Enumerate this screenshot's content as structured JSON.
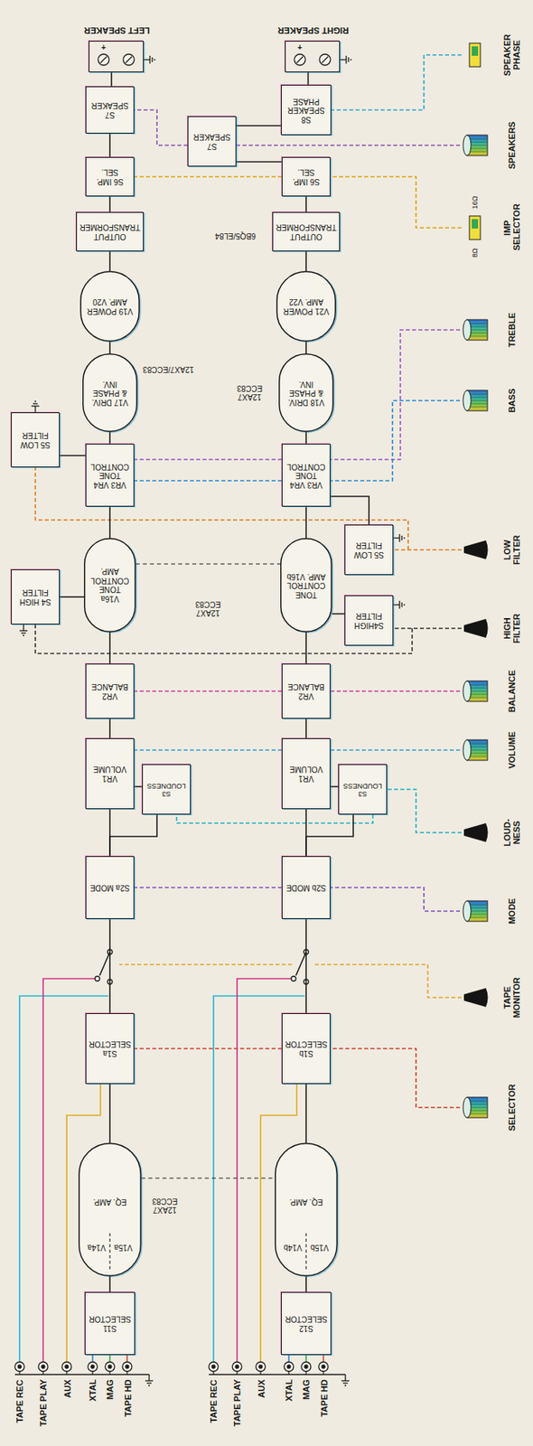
{
  "diagram": {
    "nodes": [
      {
        "text": [
          "LEFT SPEAKER"
        ]
      },
      {
        "text": [
          "S7 SPEAKER"
        ]
      },
      {
        "text": [
          "S6 IMP. SEL."
        ]
      },
      {
        "text": [
          "OUTPUT TRANSFORMER"
        ]
      },
      {
        "text": [
          "V19 POWER AMP. V20"
        ]
      },
      {
        "text": [
          "V17 DRIV. & PHASE INV."
        ]
      },
      {
        "text": [
          "S5 LOW FILTER"
        ]
      },
      {
        "text": [
          "VR3 VR4 TONE CONTROL"
        ]
      },
      {
        "text": [
          "S4 HIGH FILTER"
        ]
      },
      {
        "text": [
          "V16a TONE CONTROL AMP."
        ]
      },
      {
        "text": [
          "VR2 BALANCE"
        ]
      },
      {
        "text": [
          "S3 LOUDNESS"
        ]
      },
      {
        "text": [
          "VR1 VOLUME"
        ]
      },
      {
        "text": [
          "S2a MODE"
        ]
      },
      {
        "text": [
          "S1a SELECTOR"
        ]
      },
      {
        "text": [
          "V14a",
          "V15a",
          "EQ. AMP."
        ]
      },
      {
        "text": [
          "S11 SELECTOR"
        ]
      },
      {
        "text": [
          "RIGHT SPEAKER"
        ]
      },
      {
        "text": [
          "S8 SPEAKER PHASE"
        ]
      },
      {
        "text": [
          "S7 SPEAKER"
        ]
      },
      {
        "text": [
          "S6 IMP. SEL."
        ]
      },
      {
        "text": [
          "OUTPUT TRANSFORMER"
        ]
      },
      {
        "text": [
          "V21 POWER AMP. V22"
        ]
      },
      {
        "text": [
          "V18 DRIV. & PHASE INV."
        ]
      },
      {
        "text": [
          "VR3 VR4 TONE CONTROL"
        ]
      },
      {
        "text": [
          "S5 LOW FILTER"
        ]
      },
      {
        "text": [
          "TONE CONTROL AMP. V16b"
        ]
      },
      {
        "text": [
          "S4HIGH FILTER"
        ]
      },
      {
        "text": [
          "VR2 BALANCE"
        ]
      },
      {
        "text": [
          "S3 LOUDNESS"
        ]
      },
      {
        "text": [
          "VR1 VOLUME"
        ]
      },
      {
        "text": [
          "S2b MODE"
        ]
      },
      {
        "text": [
          "S1b SELECTOR"
        ]
      },
      {
        "text": [
          "V14b",
          "V15b",
          "EQ. AMP."
        ]
      },
      {
        "text": [
          "S12 SELECTOR"
        ]
      }
    ],
    "edges": [
      {
        "from": 16,
        "to": 15,
        "arrow": "none"
      },
      {
        "from": 15,
        "to": 14,
        "arrow": "none"
      },
      {
        "from": 14,
        "to": 13,
        "arrow": "none"
      },
      {
        "from": 13,
        "to": 12,
        "arrow": "none"
      },
      {
        "from": 13,
        "to": 11,
        "arrow": "none"
      },
      {
        "from": 11,
        "to": 12,
        "arrow": "none"
      },
      {
        "from": 12,
        "to": 10,
        "arrow": "none"
      },
      {
        "from": 10,
        "to": 9,
        "arrow": "none"
      },
      {
        "from": 9,
        "to": 8,
        "arrow": "none"
      },
      {
        "from": 9,
        "to": 7,
        "arrow": "none"
      },
      {
        "from": 7,
        "to": 6,
        "arrow": "none"
      },
      {
        "from": 7,
        "to": 5,
        "arrow": "none"
      },
      {
        "from": 5,
        "to": 4,
        "arrow": "none"
      },
      {
        "from": 4,
        "to": 3,
        "arrow": "none"
      },
      {
        "from": 3,
        "to": 2,
        "arrow": "none"
      },
      {
        "from": 2,
        "to": 1,
        "arrow": "none"
      },
      {
        "from": 1,
        "to": 0,
        "arrow": "none"
      },
      {
        "from": 34,
        "to": 33,
        "arrow": "none"
      },
      {
        "from": 33,
        "to": 32,
        "arrow": "none"
      },
      {
        "from": 32,
        "to": 31,
        "arrow": "none"
      },
      {
        "from": 31,
        "to": 30,
        "arrow": "none"
      },
      {
        "from": 31,
        "to": 29,
        "arrow": "none"
      },
      {
        "from": 29,
        "to": 30,
        "arrow": "none"
      },
      {
        "from": 30,
        "to": 28,
        "arrow": "none"
      },
      {
        "from": 28,
        "to": 26,
        "arrow": "none"
      },
      {
        "from": 26,
        "to": 27,
        "arrow": "none"
      },
      {
        "from": 26,
        "to": 24,
        "arrow": "none"
      },
      {
        "from": 24,
        "to": 25,
        "arrow": "none"
      },
      {
        "from": 24,
        "to": 23,
        "arrow": "none"
      },
      {
        "from": 23,
        "to": 22,
        "arrow": "none"
      },
      {
        "from": 22,
        "to": 21,
        "arrow": "none"
      },
      {
        "from": 21,
        "to": 20,
        "arrow": "none"
      },
      {
        "from": 20,
        "to": 19,
        "arrow": "none"
      },
      {
        "from": 19,
        "to": 18,
        "arrow": "none"
      },
      {
        "from": 18,
        "to": 17,
        "arrow": "none"
      }
    ],
    "labels": [
      "12AX7 ECC83",
      "12AX7 ECC83",
      "12AX7/ECC83",
      "12AX7 ECC83",
      "6BQ5/EL84",
      "TAPE REC",
      "TAPE PLAY",
      "AUX",
      "XTAL",
      "MAG",
      "TAPE HD",
      "TAPE REC",
      "TAPE PLAY",
      "AUX",
      "XTAL",
      "MAG",
      "TAPE HD",
      "SPEAKER PHASE",
      "SPEAKERS",
      "16Ω",
      "8Ω",
      "IMP SELECTOR",
      "TREBLE",
      "BASS",
      "LOW FILTER",
      "HIGH FILTER",
      "BALANCE",
      "VOLUME",
      "LOUD- NESS",
      "MODE",
      "TAPE MONITOR",
      "SELECTOR",
      "+",
      "+"
    ]
  }
}
